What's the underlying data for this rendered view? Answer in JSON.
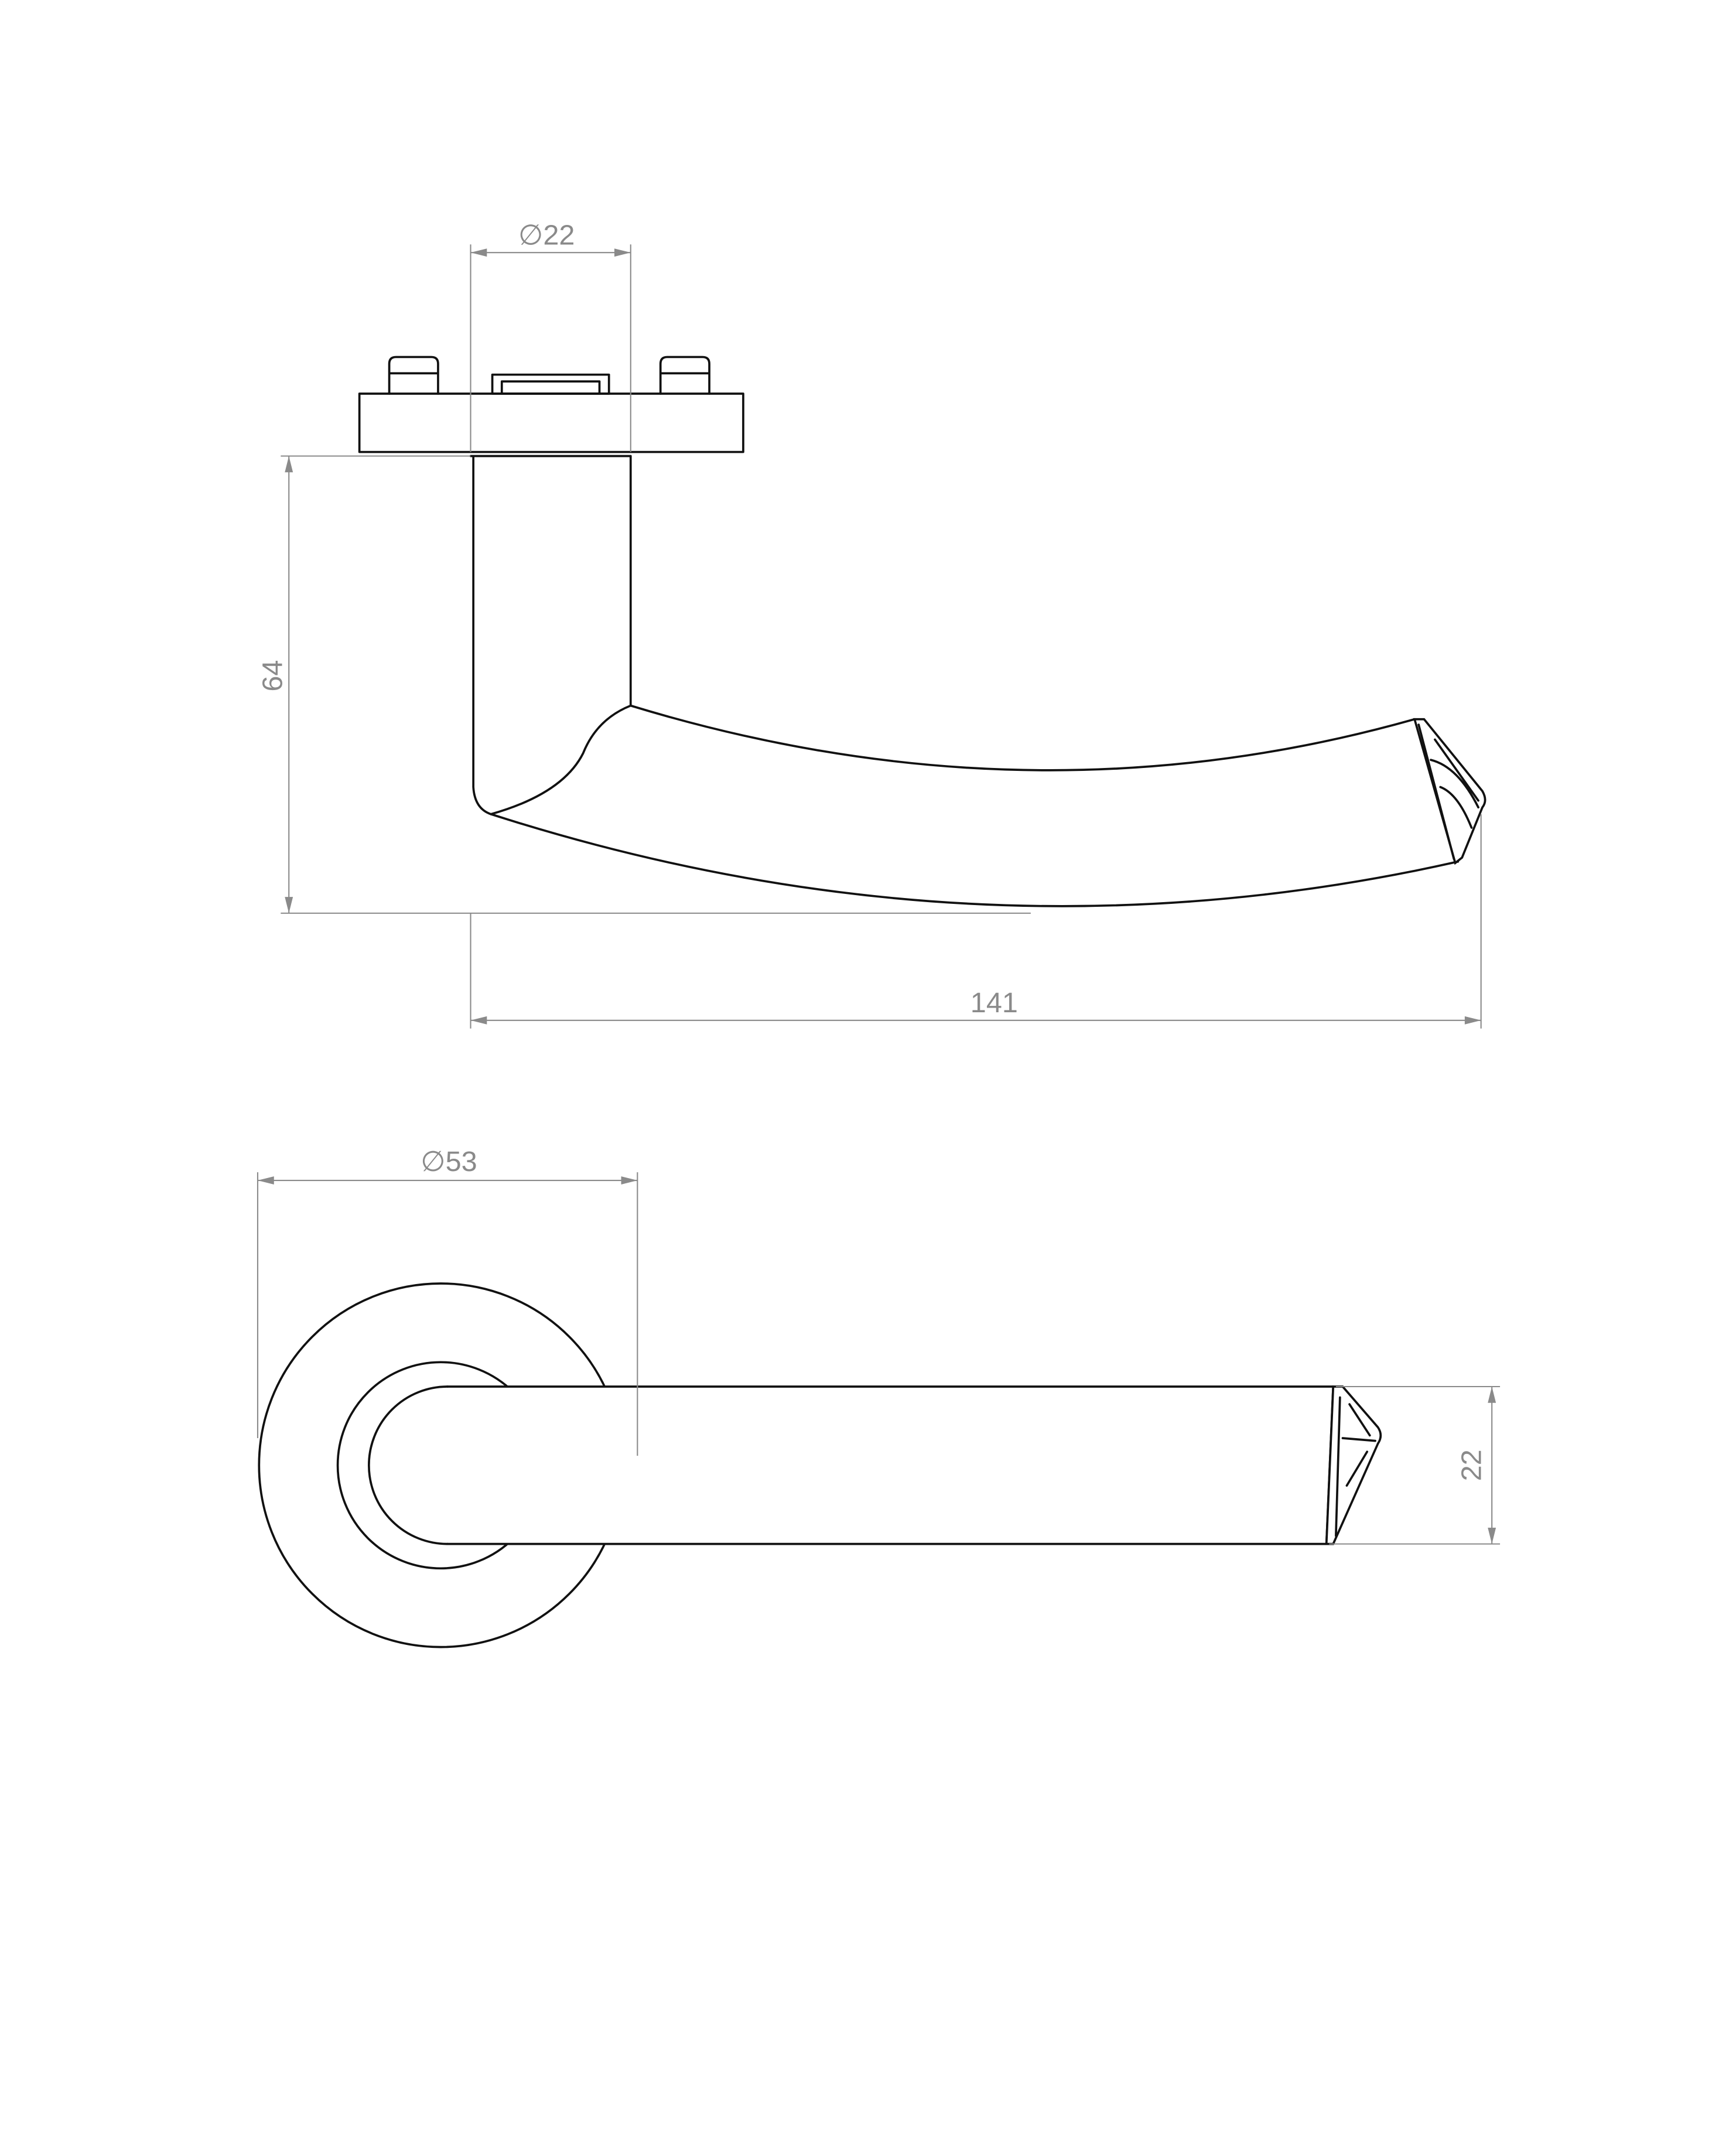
{
  "drawing": {
    "side_view": {
      "dim_spindle_diameter": "∅22",
      "dim_height": "64",
      "dim_length": "141"
    },
    "top_view": {
      "dim_rose_diameter": "∅53",
      "dim_handle_width": "22"
    },
    "colors": {
      "outline": "#111111",
      "dimension": "#8a8a8a"
    }
  }
}
